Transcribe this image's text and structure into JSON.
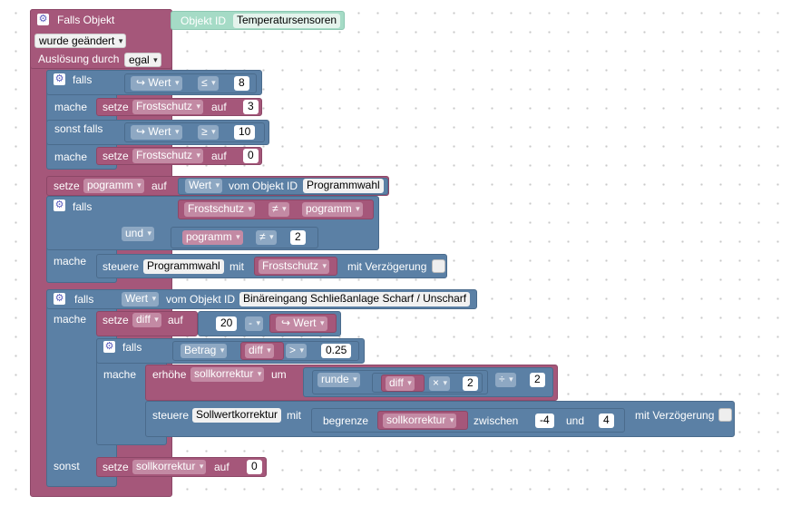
{
  "event": {
    "title": "Falls Objekt",
    "objekt_id_label": "Objekt ID",
    "objekt_id_value": "Temperatursensoren",
    "trigger_value": "wurde geändert",
    "ausloesung_label": "Auslösung durch",
    "ausloesung_value": "egal"
  },
  "block1": {
    "falls": "falls",
    "mache": "mache",
    "sonst_falls": "sonst falls",
    "var_icon": "↪",
    "wert": "Wert",
    "op1": "≤",
    "val1": "8",
    "setze1": "setze",
    "var1": "Frostschutz",
    "auf1": "auf",
    "set1": "3",
    "op2": "≥",
    "val2": "10",
    "setze2": "setze",
    "var2": "Frostschutz",
    "auf2": "auf",
    "set2": "0"
  },
  "block2": {
    "setze": "setze",
    "var": "pogramm",
    "auf": "auf",
    "wert": "Wert",
    "vom_objekt": "vom Objekt ID",
    "objekt": "Programmwahl"
  },
  "block3": {
    "falls": "falls",
    "mache": "mache",
    "und": "und",
    "a1": "Frostschutz",
    "op1": "≠",
    "b1": "pogramm",
    "a2": "pogramm",
    "op2": "≠",
    "b2": "2",
    "steuere": "steuere",
    "target": "Programmwahl",
    "mit": "mit",
    "value": "Frostschutz",
    "delay": "mit Verzögerung"
  },
  "block4": {
    "falls": "falls",
    "mache": "mache",
    "sonst": "sonst",
    "wert": "Wert",
    "vom_objekt": "vom Objekt ID",
    "objekt": "Binäreingang Schließanlage Scharf / Unscharf",
    "setze": "setze",
    "diff": "diff",
    "auf": "auf",
    "n20": "20",
    "minus": "-",
    "wert2": "Wert",
    "inner_falls": "falls",
    "inner_mache": "mache",
    "betrag": "Betrag",
    "diff2": "diff",
    "gt": ">",
    "n025": "0.25",
    "erhoehe": "erhöhe",
    "korr": "sollkorrektur",
    "um": "um",
    "runde": "runde",
    "diff3": "diff",
    "mul": "×",
    "n2a": "2",
    "div": "÷",
    "n2b": "2",
    "steuere": "steuere",
    "target": "Sollwertkorrektur",
    "mit": "mit",
    "begrenze": "begrenze",
    "korr2": "sollkorrektur",
    "zwischen": "zwischen",
    "min": "-4",
    "und": "und",
    "max": "4",
    "delay": "mit Verzögerung",
    "setze_sonst": "setze",
    "korr3": "sollkorrektur",
    "auf_sonst": "auf",
    "zero": "0"
  },
  "colors": {
    "event": "#a5577a",
    "logic": "#5b80a5",
    "objekt_id": "#a5dbc6",
    "field": "#f1f1f1"
  }
}
